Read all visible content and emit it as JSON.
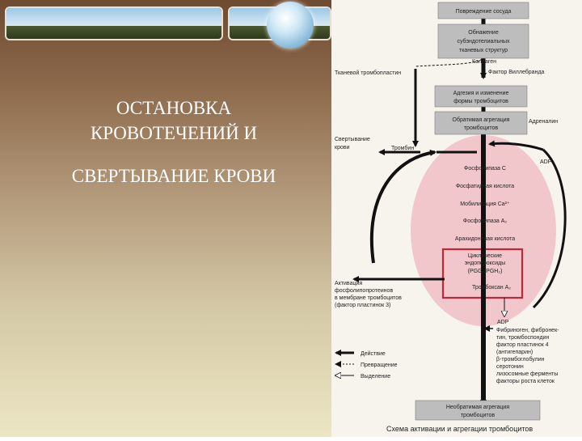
{
  "slide": {
    "title_line1": "ОСТАНОВКА",
    "title_line2": "КРОВОТЕЧЕНИЙ И",
    "title_line3": "СВЕРТЫВАНИЕ КРОВИ"
  },
  "diagram": {
    "caption": "Схема активации и агрегации тромбоцитов",
    "boxes": {
      "damage": "Повреждение сосуда",
      "exposure": [
        "Обнажение",
        "субэндотелиальных",
        "тканевых структур"
      ],
      "adhesion": [
        "Адгезия и изменение",
        "формы тромбоцитов"
      ],
      "reversible": [
        "Обратимая агрегация",
        "тромбоцитов"
      ],
      "irreversible": [
        "Необратимая агрегация",
        "тромбоцитов"
      ]
    },
    "labels": {
      "collagen": "Коллаген",
      "tissue_thromboplastin": "Тканевой тромбопластин",
      "vwf": "Фактор Виллебранда",
      "adrenaline": "Адреналин",
      "clotting": [
        "Свертывание",
        "крови"
      ],
      "thrombin": "Тромбин",
      "adp_top": "ADP",
      "adp_bottom": "ADP",
      "activation": [
        "Активация",
        "фосфолипопротеинов",
        "в мембране тромбоцитов",
        "(фактор пластинок 3)"
      ],
      "release": [
        "Фибриноген, фибронек-",
        "тин, тромбоспондин",
        "фактор пластинок 4",
        "(антигепарин)",
        "β-тромбоглобулин",
        "серотонин",
        "лизосомные ферменты",
        "факторы роста клеток"
      ]
    },
    "cascade": {
      "plc": "Фосфолипаза С",
      "pa": "Фосфатидная кислота",
      "ca": "Мобилизация Ca²⁺",
      "pla2": "Фосфолипаза A₂",
      "aa": "Арахидоновая кислота",
      "endo": [
        "Циклические",
        "эндопероксиды",
        "(PGG₂/PGH₂)"
      ],
      "txa2": "Тромбоксан A₂"
    },
    "legend": {
      "action": "Действие",
      "transformation": "Превращение",
      "secretion": "Выделение"
    }
  }
}
